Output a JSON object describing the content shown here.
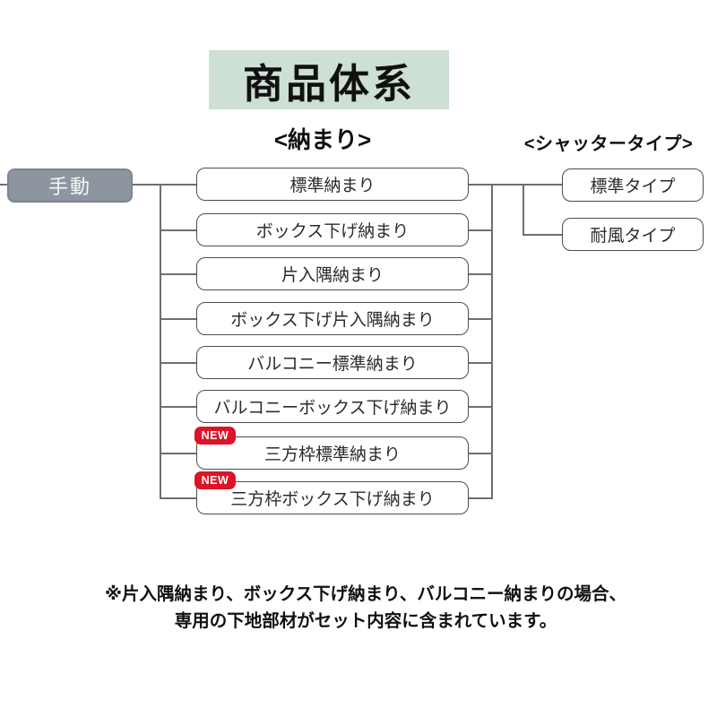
{
  "title": {
    "text": "商品体系",
    "bg_color": "#cde0d3"
  },
  "headings": {
    "fitting": "<納まり>",
    "shutter": "<シャッタータイプ>"
  },
  "root": {
    "label": "手動",
    "bg_color": "#8d96a0",
    "text_color": "#f6f6f6"
  },
  "badge": {
    "label": "NEW",
    "color": "#dc1427"
  },
  "fittings": [
    {
      "label": "標準納まり",
      "new": false
    },
    {
      "label": "ボックス下げ納まり",
      "new": false
    },
    {
      "label": "片入隅納まり",
      "new": false
    },
    {
      "label": "ボックス下げ片入隅納まり",
      "new": false
    },
    {
      "label": "バルコニー標準納まり",
      "new": false
    },
    {
      "label": "バルコニーボックス下げ納まり",
      "new": false
    },
    {
      "label": "三方枠標準納まり",
      "new": true
    },
    {
      "label": "三方枠ボックス下げ納まり",
      "new": true
    }
  ],
  "shutter_types": [
    {
      "label": "標準タイプ"
    },
    {
      "label": "耐風タイプ"
    }
  ],
  "footer": {
    "line1": "※片入隅納まり、ボックス下げ納まり、バルコニー納まりの場合、",
    "line2": "専用の下地部材がセット内容に含まれています。"
  },
  "style_tokens": {
    "node_border_color": "#4d4d4d",
    "connector_color": "#6f6f6f",
    "background": "#ffffff"
  }
}
